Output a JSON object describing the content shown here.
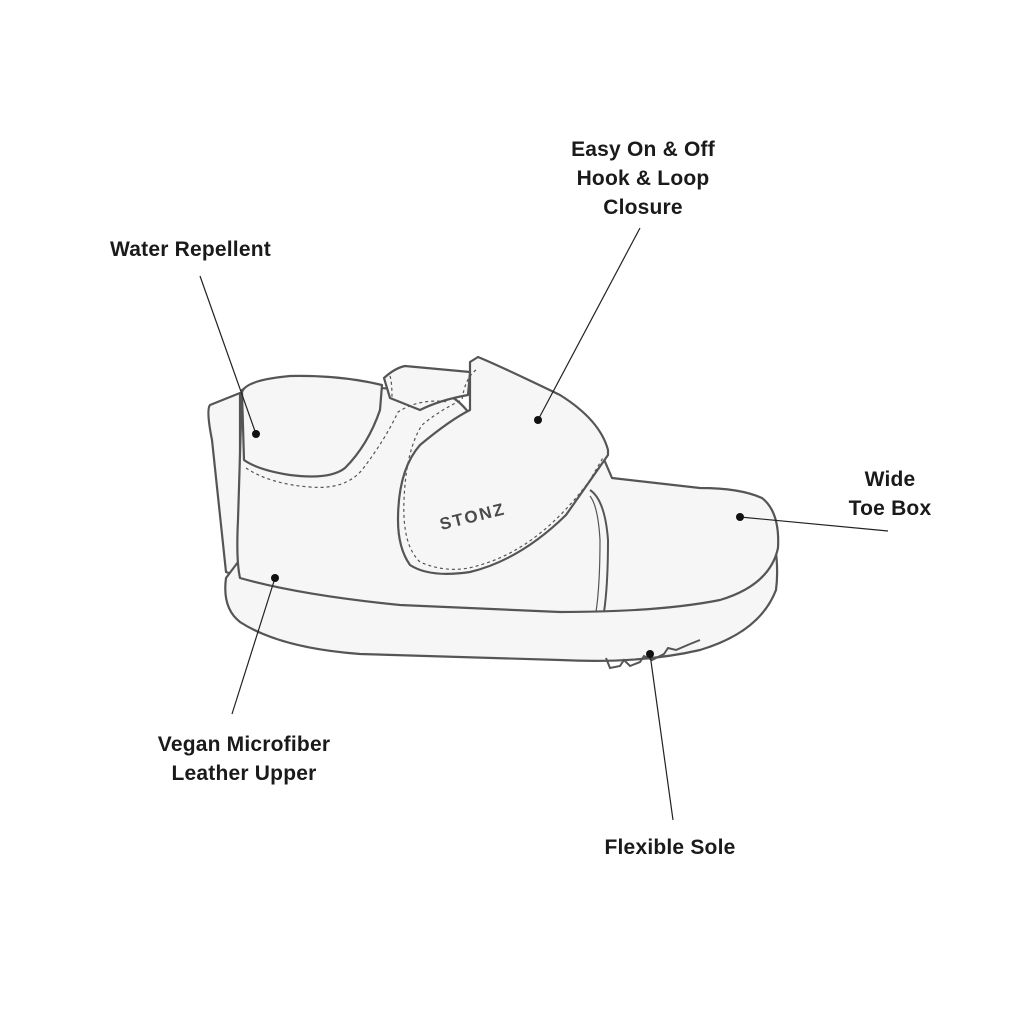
{
  "brand": "STONZ",
  "colors": {
    "outline": "#555555",
    "fill": "#f6f6f6",
    "leader": "#222222",
    "text": "#1a1a1a"
  },
  "callouts": {
    "water_repellent": {
      "lines": [
        "Water Repellent"
      ]
    },
    "closure": {
      "lines": [
        "Easy On & Off",
        "Hook & Loop",
        "Closure"
      ]
    },
    "toe_box": {
      "lines": [
        "Wide",
        "Toe Box"
      ]
    },
    "upper": {
      "lines": [
        "Vegan Microfiber",
        "Leather Upper"
      ]
    },
    "sole": {
      "lines": [
        "Flexible Sole"
      ]
    }
  }
}
